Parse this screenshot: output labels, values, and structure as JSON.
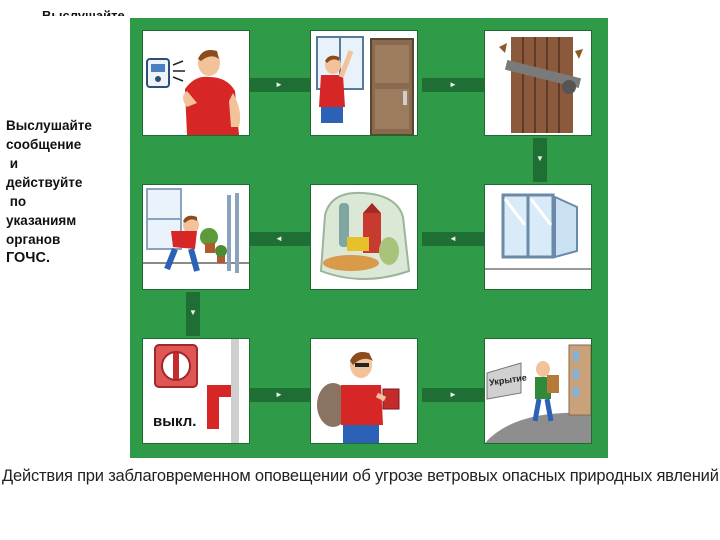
{
  "top_text": "Выслушайте",
  "side_text": {
    "lines": [
      "Выслушайте",
      "сообщение",
      " и",
      "действуйте",
      " по",
      "указаниям",
      "органов",
      "ГОЧС."
    ]
  },
  "panels": {
    "switch_label": "выкл.",
    "shelter_sign": "Укрытие"
  },
  "caption": "Действия при заблаговременном оповещении об угрозе  ветровых опасных природных явлений.",
  "colors": {
    "board": "#2f9a47",
    "connector": "#1f6e34",
    "shirt": "#d62626",
    "jeans": "#2b62b8"
  }
}
